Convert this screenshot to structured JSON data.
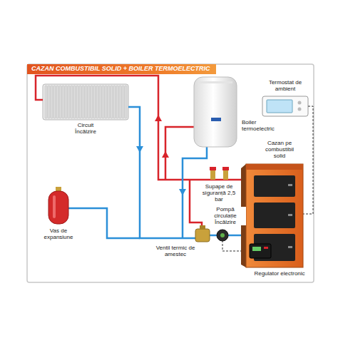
{
  "diagram": {
    "title": "CAZAN COMBUSTIBIL SOLID + BOILER TERMOELECTRIC",
    "labels": [
      "Circuit Încălzire",
      "Boiler termoelectric",
      "Termostat de ambient",
      "Cazan pe combustibil solid",
      "Supape de siguranță 2,5 bar",
      "Vas de expansiune",
      "Pompă circulație Încălzire",
      "Ventil termic de amestec",
      "Regulator electronic"
    ]
  }
}
